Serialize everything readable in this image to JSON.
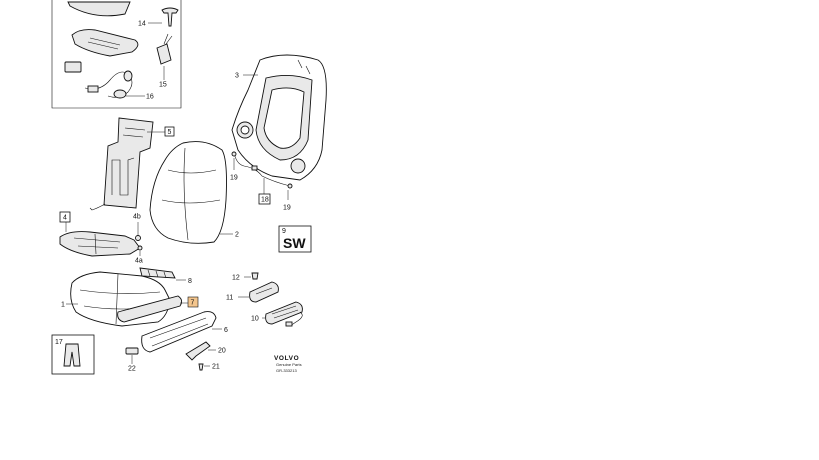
{
  "diagram": {
    "callouts": {
      "c1": "1",
      "c2": "2",
      "c3": "3",
      "c4": "4",
      "c4a": "4a",
      "c4b": "4b",
      "c5": "5",
      "c6": "6",
      "c7": "7",
      "c8": "8",
      "c9": "9",
      "c10": "10",
      "c11": "11",
      "c12": "12",
      "c14": "14",
      "c15": "15",
      "c16": "16",
      "c17": "17",
      "c18": "18",
      "c19a": "19",
      "c19b": "19",
      "c20": "20",
      "c21": "21",
      "c22": "22"
    },
    "sw_label": "SW",
    "logo": {
      "brand": "VOLVO",
      "sub": "Genuine Parts",
      "code": "GR-333213"
    },
    "highlight_color": "#f3c58d"
  }
}
